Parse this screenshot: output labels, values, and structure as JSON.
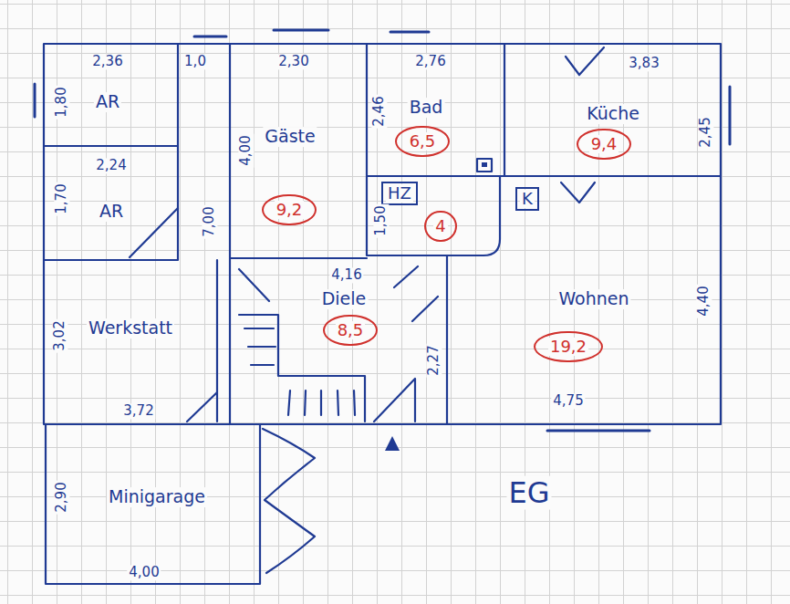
{
  "diagram": {
    "nodes": [
      {
        "text": [
          "AR"
        ]
      },
      {
        "text": [
          "Gäste"
        ]
      },
      {
        "text": [
          "9,2"
        ],
        "in": 1
      },
      {
        "text": [
          "Bad"
        ]
      },
      {
        "text": [
          "6,5"
        ],
        "in": 3
      },
      {
        "text": [
          "Küche"
        ]
      },
      {
        "text": [
          "9,4"
        ],
        "in": 5
      },
      {
        "text": [
          "AR"
        ]
      },
      {
        "text": [
          "HZ"
        ]
      },
      {
        "text": [
          "4"
        ]
      },
      {
        "text": [
          "K"
        ]
      },
      {
        "text": [
          "Diele"
        ]
      },
      {
        "text": [
          "8,5"
        ],
        "in": 11
      },
      {
        "text": [
          "Wohnen"
        ]
      },
      {
        "text": [
          "19,2"
        ],
        "in": 13
      },
      {
        "text": [
          "Werkstatt"
        ]
      },
      {
        "text": [
          "Minigarage"
        ]
      }
    ],
    "labels": [
      "2,36",
      "1,80",
      "2,24",
      "1,70",
      "1,0",
      "7,00",
      "2,30",
      "4,00",
      "2,76",
      "2,46",
      "1,50",
      "3,83",
      "2,45",
      "4,16",
      "2,27",
      "4,40",
      "4,75",
      "3,02",
      "3,72",
      "2,90",
      "4,00",
      "EG"
    ]
  }
}
